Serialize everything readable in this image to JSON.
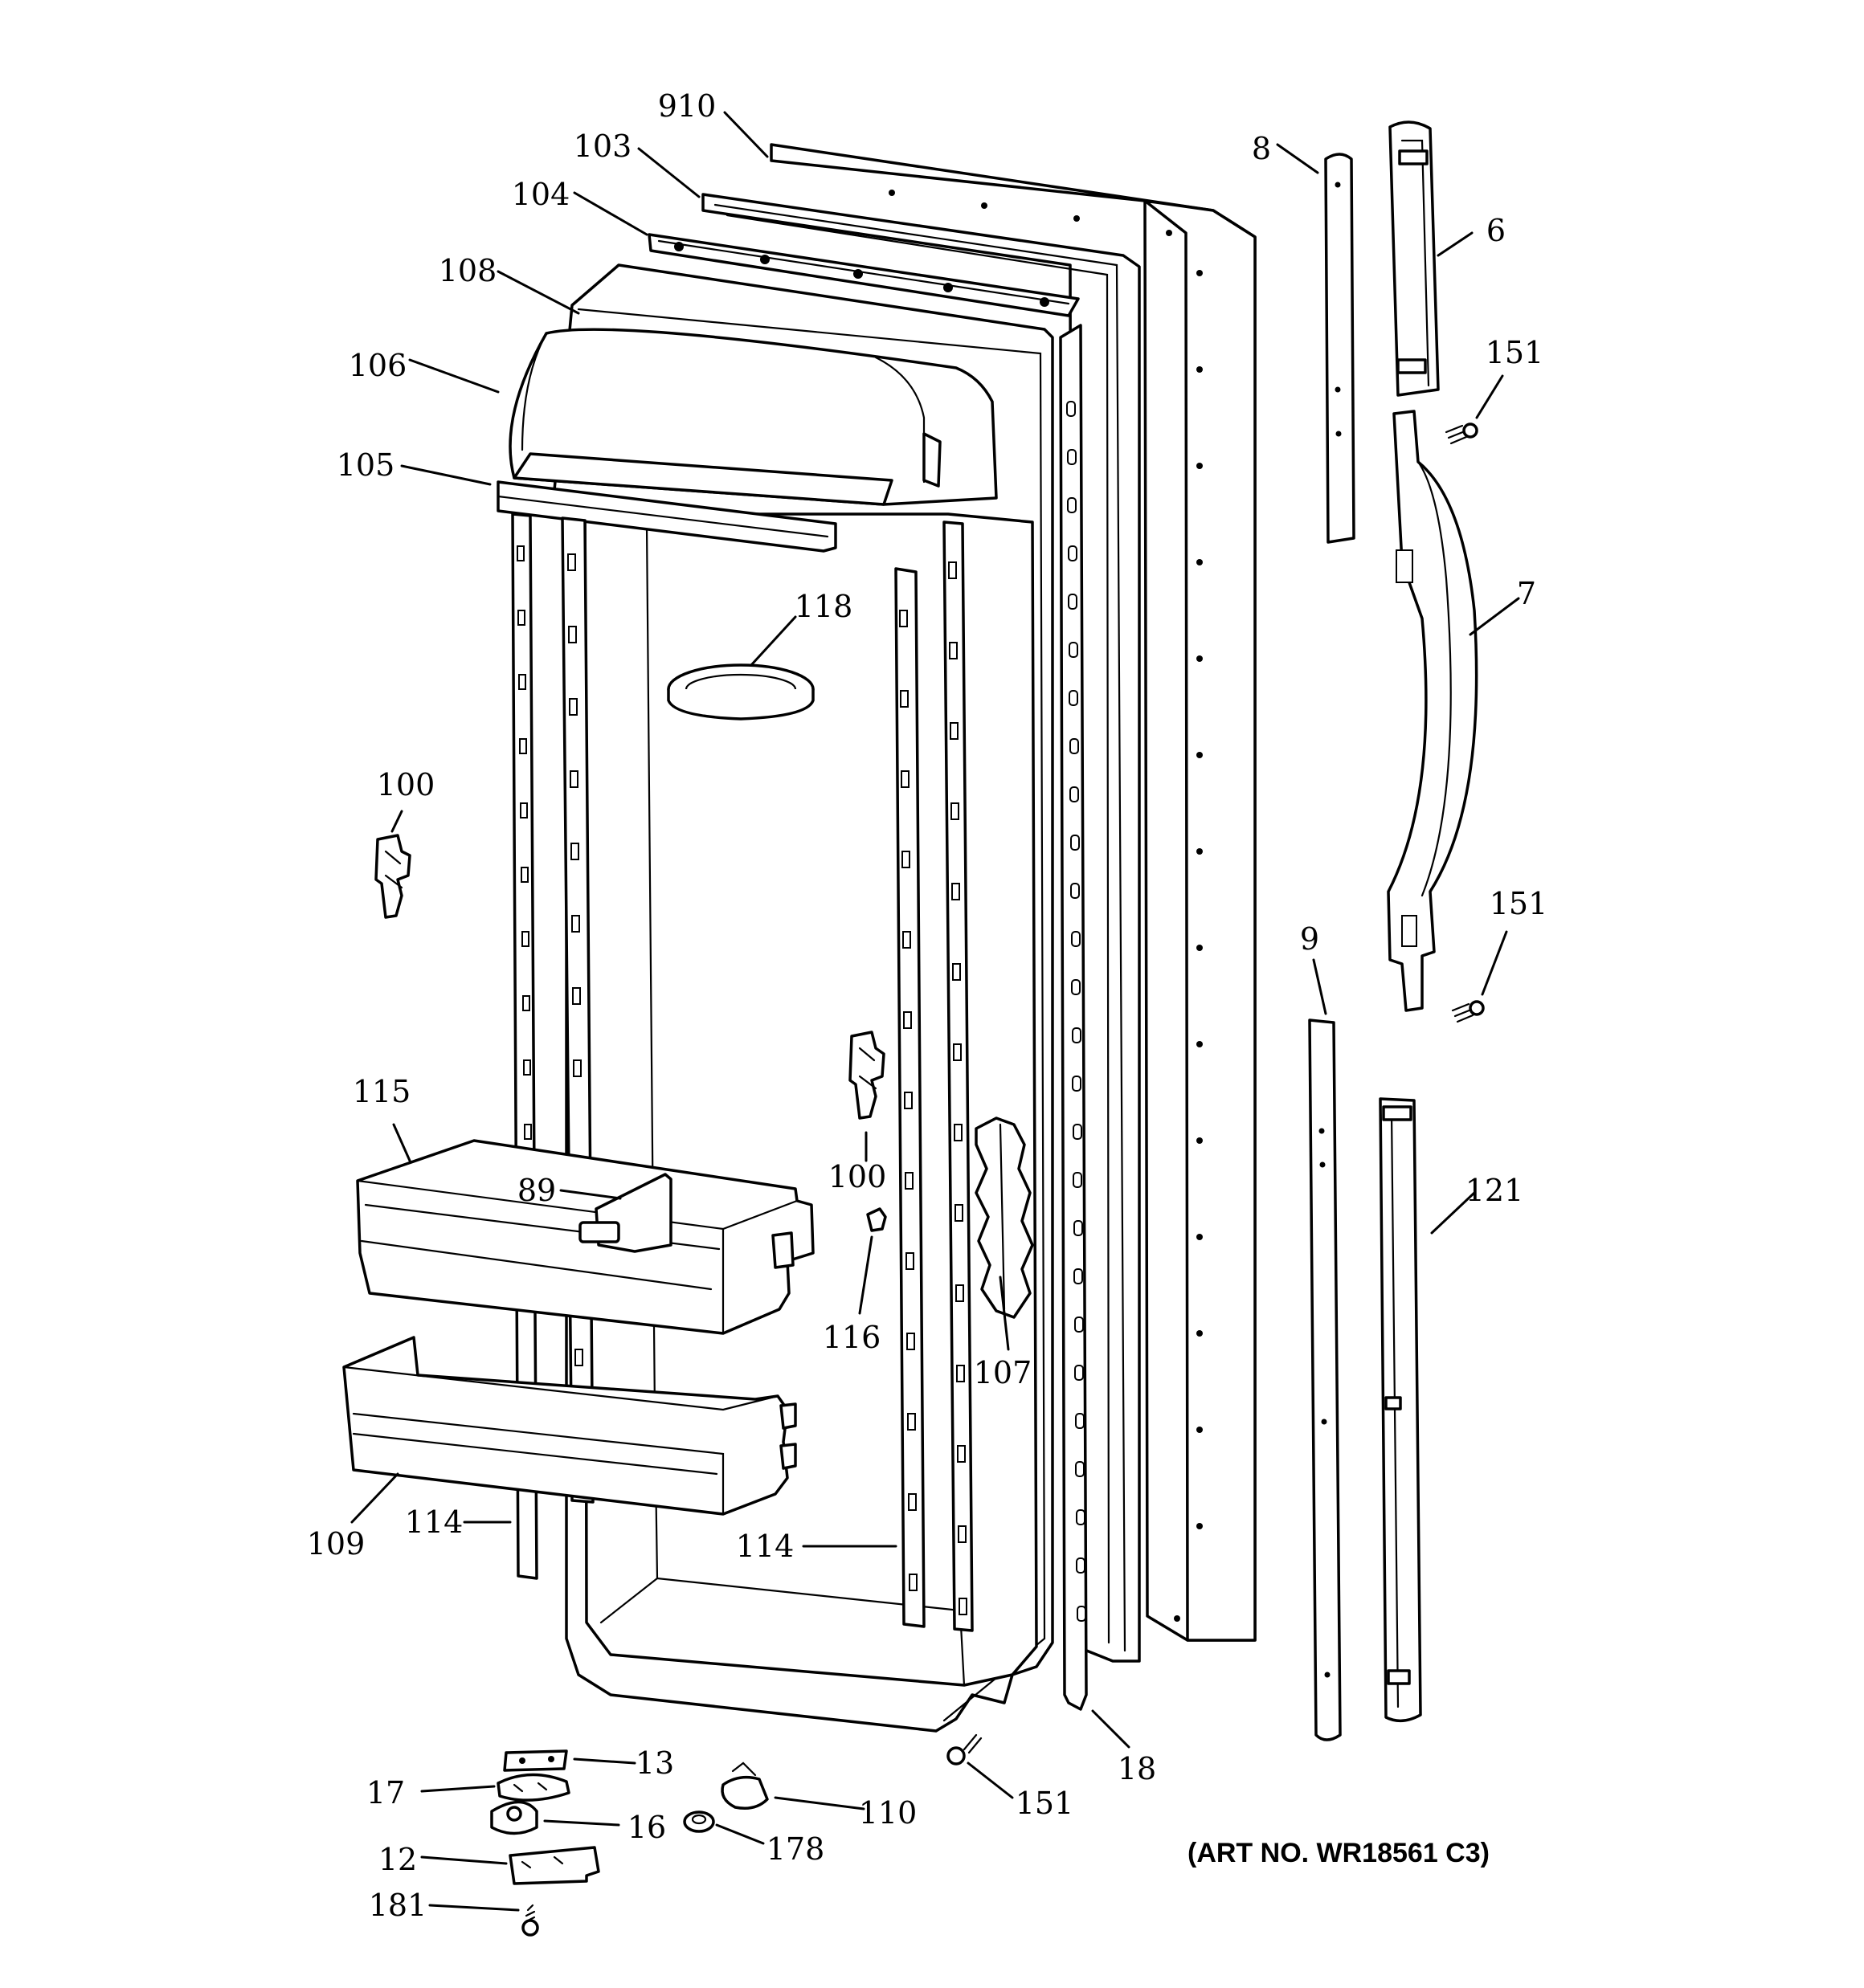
{
  "callouts": {
    "c910": "910",
    "c103": "103",
    "c104": "104",
    "c108": "108",
    "c106": "106",
    "c105": "105",
    "c118": "118",
    "c100a": "100",
    "c100b": "100",
    "c115": "115",
    "c89": "89",
    "c116": "116",
    "c107": "107",
    "c109": "109",
    "c114a": "114",
    "c114b": "114",
    "c8": "8",
    "c6": "6",
    "c151a": "151",
    "c7": "7",
    "c151b": "151",
    "c9": "9",
    "c121": "121",
    "c18": "18",
    "c151c": "151",
    "c13": "13",
    "c17": "17",
    "c16": "16",
    "c12": "12",
    "c181": "181",
    "c110": "110",
    "c178": "178"
  },
  "art_number": "(ART NO. WR18561 C3)"
}
